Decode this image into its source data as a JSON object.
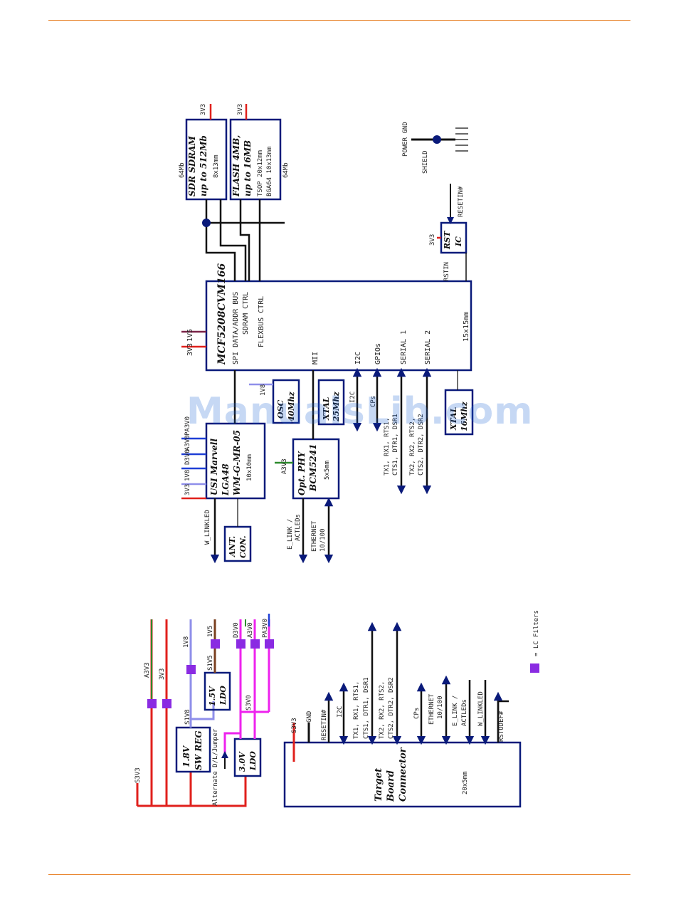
{
  "top_area": {
    "mcu": {
      "name": "MCF5208CVM166",
      "pins": [
        "SPI DATA/ADDR BUS",
        "SDRAM CTRL",
        "FLEXBUS CTRL",
        "MII",
        "I2C",
        "GPIOs",
        "SERIAL 1",
        "SERIAL 2"
      ],
      "size": "15x15mm",
      "rails": [
        "1V5",
        "3V3"
      ]
    },
    "sdram": {
      "line1": "SDR SDRAM",
      "line2": "up to 512Mb",
      "size": "8x13mm",
      "label": "64Mb",
      "rail": "3V3"
    },
    "flash": {
      "line1": "FLASH 4MB,",
      "line2": "up to 16MB",
      "pkg1": "TSOP 20x12mm",
      "pkg2": "BGA64 10x13mm",
      "label": "64Mb",
      "rail": "3V3"
    },
    "rst": {
      "line1": "RST",
      "line2": "IC",
      "rail": "3V3",
      "in": "RESETIN#",
      "out": "RSTIN"
    },
    "power_gnd": {
      "line1": "POWER GND",
      "line2": "SHIELD"
    },
    "wifi": {
      "line1": "USI Marvell",
      "line2": "LGA48",
      "line3": "WM-G-MR-05",
      "size": "10x10mm",
      "rails": [
        "PA3V0",
        "A3V0",
        "D3V0",
        "1V8",
        "3V3"
      ],
      "out": "W_LINKLED"
    },
    "ant": {
      "line1": "ANT.",
      "line2": "CON."
    },
    "osc": {
      "line1": "OSC",
      "line2": "40Mhz",
      "rail": "1V8"
    },
    "phy": {
      "line1": "Opt. PHY",
      "line2": "BCM5241",
      "size": "5x5mm",
      "rail": "A3V3",
      "out1a": "E_LINK /",
      "out1b": "ACTLEDs",
      "out2a": "ETHERNET",
      "out2b": "10/100"
    },
    "xtal25": {
      "line1": "XTAL",
      "line2": "25Mhz"
    },
    "xtal16": {
      "line1": "XTAL",
      "line2": "16Mhz"
    },
    "bus": {
      "i2c": "I2C",
      "cps": "CPs",
      "s1a": "TX1, RX1, RTS1,",
      "s1b": "CTS1, DTR1, DSR1",
      "s2a": "TX2, RX2, RTS2,",
      "s2b": "CTS2, DTR2, DSR2"
    }
  },
  "bottom_area": {
    "rails": {
      "s3v3": "S3V3",
      "a3v3": "A3V3",
      "v3v3": "3V3",
      "v1v8": "1V8",
      "v1v5": "1V5",
      "s1v5": "S1V5",
      "s1v8": "S1V8",
      "d3v0": "D3V0",
      "a3v0": "A3V0",
      "pa3v0": "PA3V0",
      "s3v0": "S3V0"
    },
    "sw_reg": {
      "line1": "1.8V",
      "line2": "SW REG"
    },
    "ldo15": {
      "line1": "1.5V",
      "line2": "LDO"
    },
    "ldo30": {
      "line1": "3.0V",
      "line2": "LDO"
    },
    "alt": "Alternate D/L/Jumper",
    "target": {
      "line1": "Target",
      "line2": "Board",
      "line3": "Connector",
      "size": "20x5mm",
      "pins": [
        "S3V3",
        "GND",
        "RESETIN#",
        "I2C",
        "TX1, RX1, RTS1,",
        "CTS1, DTR1, DSR1",
        "TX2, RX2, RTS2,",
        "CTS2, DTR2, DSR2",
        "CPs",
        "ETHERNET",
        "10/100",
        "E_LINK /",
        "ACTLEDs",
        "W_LINKLED",
        "RSTODEF#"
      ]
    },
    "legend": "= LC Filters"
  },
  "watermark": "ManualsLib.com",
  "colors": {
    "rule": "#e8852f",
    "box": "#0a1a7a",
    "arrow": "#0a1a7a",
    "red": "#e0201c",
    "magenta": "#ee22ee",
    "purple": "#8a2be2",
    "lavender": "#8f8fea",
    "green": "#2c8a2c",
    "brown": "#7a3f1e",
    "blue": "#1f3fd6"
  }
}
